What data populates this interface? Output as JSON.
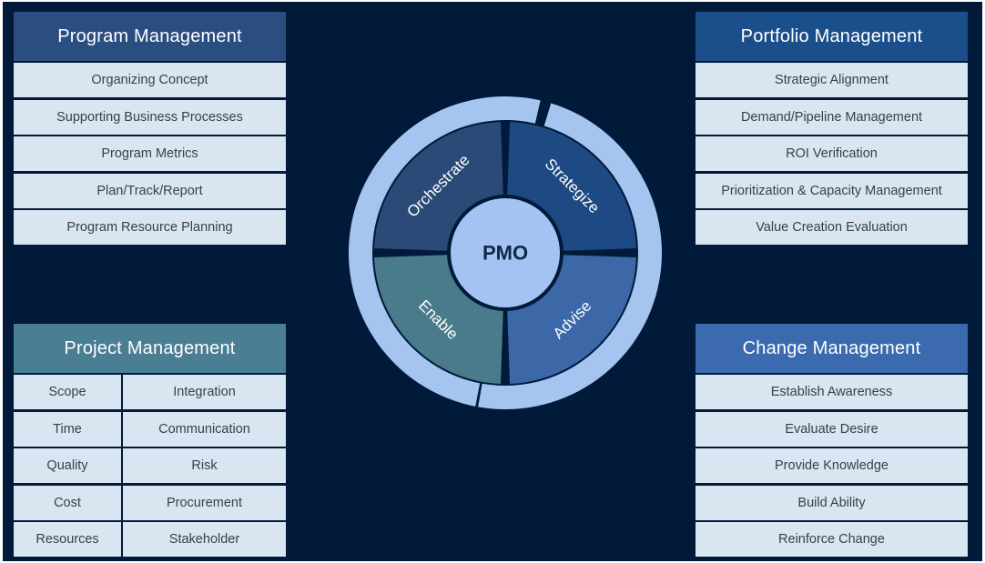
{
  "program_management": {
    "title": "Program Management",
    "items": [
      "Organizing Concept",
      "Supporting Business Processes",
      "Program Metrics",
      "Plan/Track/Report",
      "Program Resource Planning"
    ]
  },
  "portfolio_management": {
    "title": "Portfolio Management",
    "items": [
      "Strategic Alignment",
      "Demand/Pipeline Management",
      "ROI Verification",
      "Prioritization & Capacity Management",
      "Value Creation Evaluation"
    ]
  },
  "project_management": {
    "title": "Project Management",
    "rows": [
      [
        "Scope",
        "Integration"
      ],
      [
        "Time",
        "Communication"
      ],
      [
        "Quality",
        "Risk"
      ],
      [
        "Cost",
        "Procurement"
      ],
      [
        "Resources",
        "Stakeholder"
      ]
    ]
  },
  "change_management": {
    "title": "Change Management",
    "items": [
      "Establish Awareness",
      "Evaluate Desire",
      "Provide Knowledge",
      "Build Ability",
      "Reinforce Change"
    ]
  },
  "wheel": {
    "center": "PMO",
    "segments": [
      "Orchestrate",
      "Strategize",
      "Advise",
      "Enable"
    ],
    "colors": {
      "background": "#011a3a",
      "outer_ring": "#a5c4f0",
      "orchestrate": "#2b4a78",
      "strategize": "#1d4a82",
      "advise": "#3c68a8",
      "enable": "#4a7b8b",
      "center": "#a4c3f2"
    }
  }
}
